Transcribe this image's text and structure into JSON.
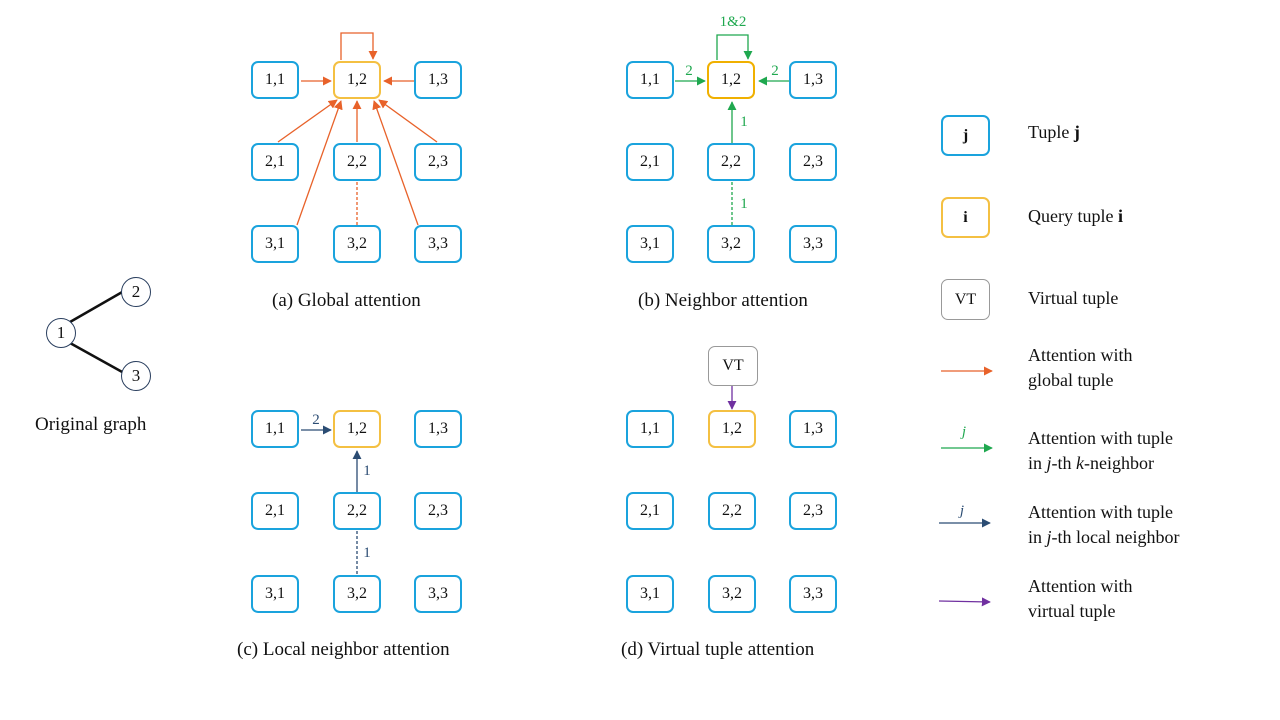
{
  "original_graph": {
    "caption": "Original graph",
    "nodes": [
      "1",
      "2",
      "3"
    ]
  },
  "panels": {
    "a": {
      "caption": "(a) Global attention",
      "cells": [
        "1,1",
        "1,2",
        "1,3",
        "2,1",
        "2,2",
        "2,3",
        "3,1",
        "3,2",
        "3,3"
      ]
    },
    "b": {
      "caption": "(b) Neighbor attention",
      "cells": [
        "1,1",
        "1,2",
        "1,3",
        "2,1",
        "2,2",
        "2,3",
        "3,1",
        "3,2",
        "3,3"
      ],
      "labels": {
        "self": "1&2",
        "left": "2",
        "right": "2",
        "up_near": "1",
        "up_far": "1"
      }
    },
    "c": {
      "caption": "(c) Local neighbor attention",
      "cells": [
        "1,1",
        "1,2",
        "1,3",
        "2,1",
        "2,2",
        "2,3",
        "3,1",
        "3,2",
        "3,3"
      ],
      "labels": {
        "left": "2",
        "up_near": "1",
        "up_far": "1"
      }
    },
    "d": {
      "caption": "(d) Virtual tuple attention",
      "cells": [
        "1,1",
        "1,2",
        "1,3",
        "2,1",
        "2,2",
        "2,3",
        "3,1",
        "3,2",
        "3,3"
      ],
      "vt_label": "VT"
    }
  },
  "legend": {
    "tuple": {
      "box": "j",
      "text_prefix": "Tuple ",
      "text_bold": "j"
    },
    "query": {
      "box": "i",
      "text_prefix": "Query tuple ",
      "text_bold": "i"
    },
    "virtual": {
      "box": "VT",
      "text": "Virtual tuple"
    },
    "global": {
      "line1": "Attention with",
      "line2": "global tuple"
    },
    "kneighbor": {
      "arrow_label": "j",
      "line1": "Attention with tuple",
      "line2_a": "in ",
      "line2_j": "j",
      "line2_b": "-th ",
      "line2_k": "k",
      "line2_c": "-neighbor"
    },
    "local": {
      "arrow_label": "j",
      "line1": "Attention with tuple",
      "line2_a": "in ",
      "line2_j": "j",
      "line2_b": "-th local neighbor"
    },
    "virtual_arrow": {
      "line1": "Attention with",
      "line2": "virtual tuple"
    }
  },
  "colors": {
    "tuple_border": "#1aa3dd",
    "query_border": "#f4c042",
    "global_arrow": "#e8622a",
    "kneighbor_arrow": "#1fa84f",
    "local_arrow": "#2b4c73",
    "virtual_arrow": "#7030a0",
    "graph_edge": "#111111",
    "graph_node_border": "#2a3f5f"
  }
}
